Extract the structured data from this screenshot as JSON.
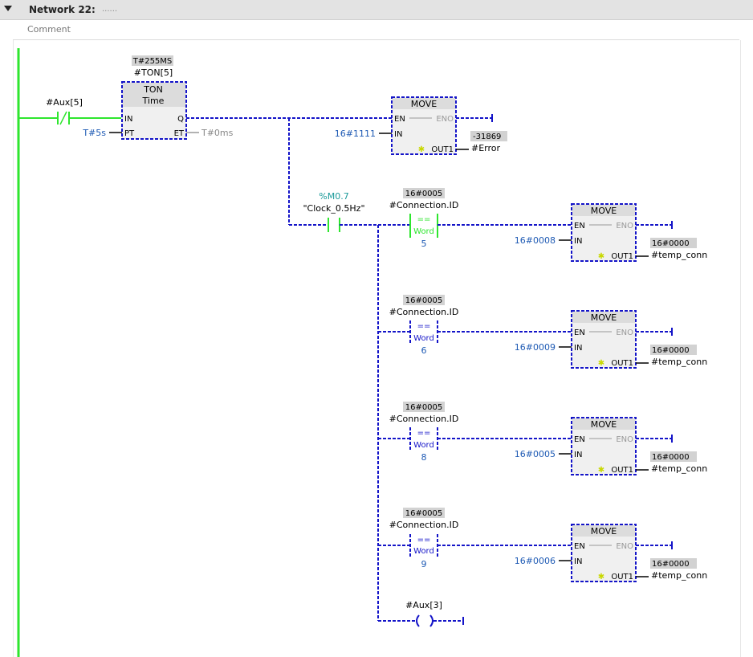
{
  "network": {
    "title": "Network 22:",
    "title_dots": "......",
    "comment_label": "Comment"
  },
  "timer": {
    "preset_value": "T#255MS",
    "instance": "#TON[5]",
    "block_type": "TON",
    "block_subtype": "Time",
    "pin_in": "IN",
    "pin_pt": "PT",
    "pin_q": "Q",
    "pin_et": "ET",
    "pt_value": "T#5s",
    "et_value": "T#0ms"
  },
  "contact_aux5": {
    "operand": "#Aux[5]"
  },
  "move_error": {
    "title": "MOVE",
    "en": "EN",
    "eno": "ENO",
    "in_pin": "IN",
    "out_pin": "OUT1",
    "in_value": "16#1111",
    "out_current": "-31869",
    "out_operand": "#Error"
  },
  "clock_contact": {
    "address": "%M0.7",
    "symbol": "\"Clock_0.5Hz\""
  },
  "branches": [
    {
      "cmp_current": "16#0005",
      "cmp_operand": "#Connection.ID",
      "cmp_op": "==",
      "cmp_type": "Word",
      "cmp_value": "5",
      "move_title": "MOVE",
      "en": "EN",
      "eno": "ENO",
      "in_pin": "IN",
      "out_pin": "OUT1",
      "move_in": "16#0008",
      "out_current": "16#0000",
      "out_operand": "#temp_conn"
    },
    {
      "cmp_current": "16#0005",
      "cmp_operand": "#Connection.ID",
      "cmp_op": "==",
      "cmp_type": "Word",
      "cmp_value": "6",
      "move_title": "MOVE",
      "en": "EN",
      "eno": "ENO",
      "in_pin": "IN",
      "out_pin": "OUT1",
      "move_in": "16#0009",
      "out_current": "16#0000",
      "out_operand": "#temp_conn"
    },
    {
      "cmp_current": "16#0005",
      "cmp_operand": "#Connection.ID",
      "cmp_op": "==",
      "cmp_type": "Word",
      "cmp_value": "8",
      "move_title": "MOVE",
      "en": "EN",
      "eno": "ENO",
      "in_pin": "IN",
      "out_pin": "OUT1",
      "move_in": "16#0005",
      "out_current": "16#0000",
      "out_operand": "#temp_conn"
    },
    {
      "cmp_current": "16#0005",
      "cmp_operand": "#Connection.ID",
      "cmp_op": "==",
      "cmp_type": "Word",
      "cmp_value": "9",
      "move_title": "MOVE",
      "en": "EN",
      "eno": "ENO",
      "in_pin": "IN",
      "out_pin": "OUT1",
      "move_in": "16#0006",
      "out_current": "16#0000",
      "out_operand": "#temp_conn"
    }
  ],
  "coil_aux3": {
    "operand": "#Aux[3]"
  },
  "colors": {
    "powered": "#2ee62e",
    "unpowered": "#1414c8",
    "value_blue": "#1e5ab4",
    "status_box": "#d2d2d2",
    "block_fill": "#f0f0f0",
    "block_header": "#dcdcdc",
    "teal": "#1a9a9a"
  }
}
